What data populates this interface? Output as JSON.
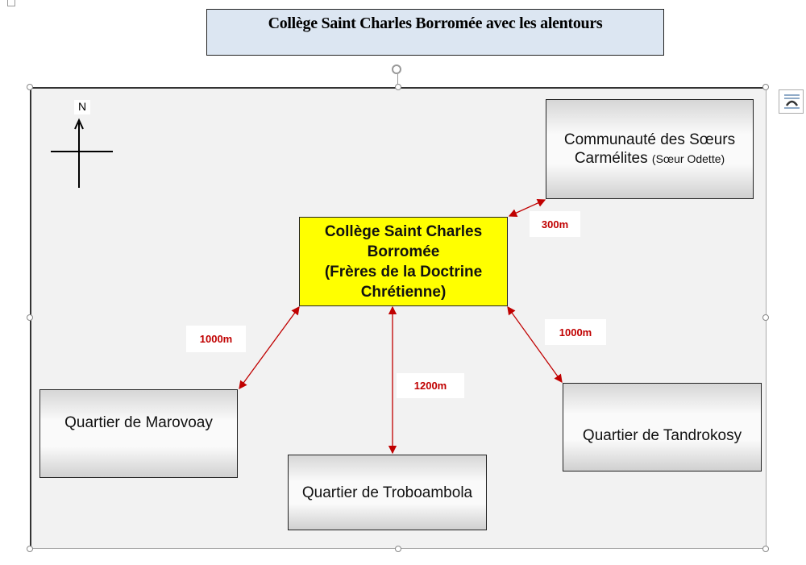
{
  "title": "Collège Saint Charles Borromée avec les alentours",
  "compass": {
    "north": "N"
  },
  "center": {
    "line1": "Collège Saint Charles",
    "line2": "Borromée",
    "line3": "(Frères de la Doctrine",
    "line4": "Chrétienne)"
  },
  "places": {
    "soeurs": {
      "line1": "Communauté des Sœurs",
      "line2": "Carmélites",
      "note": "(Sœur Odette)"
    },
    "marovoay": "Quartier de Marovoay",
    "troboambola": "Quartier de Troboambola",
    "tandrokosy": "Quartier de Tandrokosy"
  },
  "distances": {
    "soeurs": "300m",
    "marovoay": "1000m",
    "troboambola": "1200m",
    "tandrokosy": "1000m"
  },
  "colors": {
    "arrow": "#c00000",
    "center": "#ffff00",
    "title_bg": "#dce6f2"
  }
}
